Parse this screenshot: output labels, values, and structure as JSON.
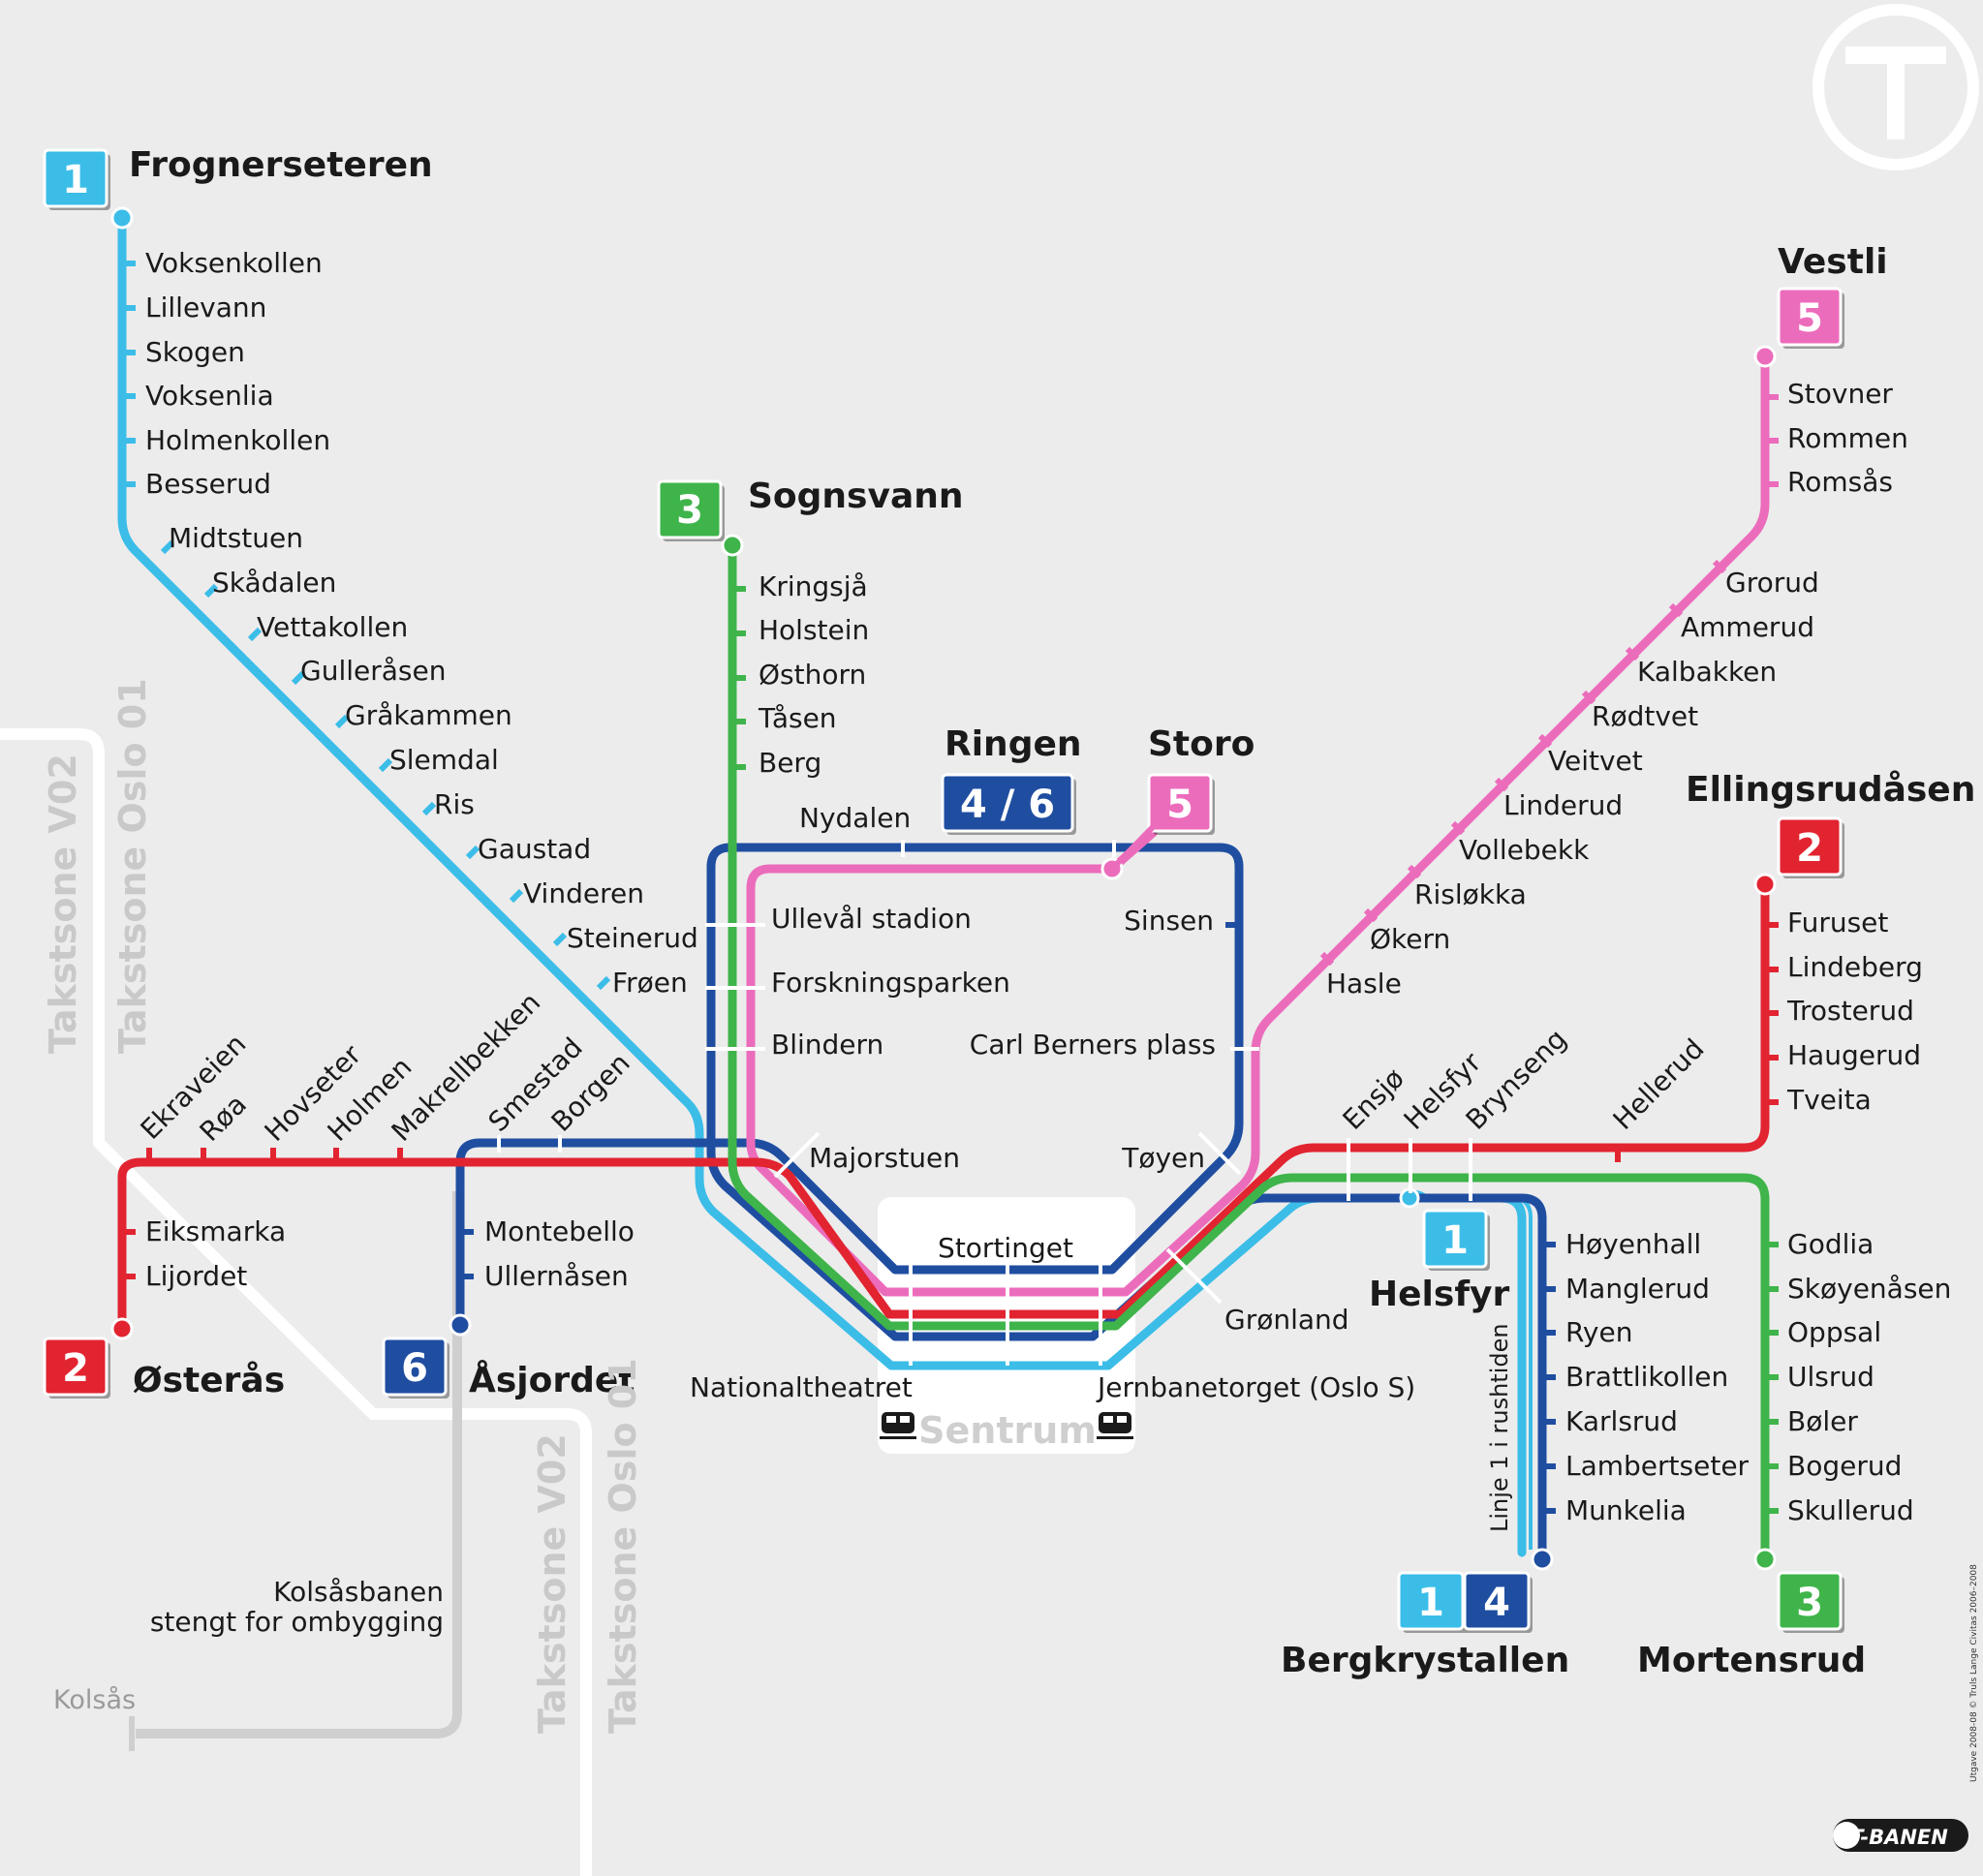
{
  "colors": {
    "line1": "#3bbde8",
    "line2": "#e22431",
    "line3": "#3fb44a",
    "line4": "#1f4ea1",
    "line5": "#ec6cbc",
    "zone": "#ffffff",
    "bg": "#ececec"
  },
  "logo_icon": "t-circle-icon",
  "lines": {
    "l1": "1",
    "l2": "2",
    "l3": "3",
    "l4": "4",
    "l5": "5",
    "l6": "6"
  },
  "termini": {
    "frognerseteren": "Frognerseteren",
    "sognsvann": "Sognsvann",
    "vestli": "Vestli",
    "ellingsrudasen": "Ellingsrudåsen",
    "osteras": "Østerås",
    "asjordet": "Åsjordet",
    "bergkrystallen": "Bergkrystallen",
    "mortensrud": "Mortensrud",
    "helsfyr": "Helsfyr",
    "ringen": "Ringen",
    "storo": "Storo",
    "ringen_badge": "4 / 6"
  },
  "line1_stations": [
    "Voksenkollen",
    "Lillevann",
    "Skogen",
    "Voksenlia",
    "Holmenkollen",
    "Besserud",
    "Midtstuen",
    "Skådalen",
    "Vettakollen",
    "Gulleråsen",
    "Gråkammen",
    "Slemdal",
    "Ris",
    "Gaustad",
    "Vinderen",
    "Steinerud",
    "Frøen"
  ],
  "line3_north_stations": [
    "Kringsjå",
    "Holstein",
    "Østhorn",
    "Tåsen",
    "Berg"
  ],
  "line5_east_stations": [
    "Stovner",
    "Rommen",
    "Romsås",
    "Grorud",
    "Ammerud",
    "Kalbakken",
    "Rødtvet",
    "Veitvet",
    "Linderud",
    "Vollebekk",
    "Risløkka",
    "Økern",
    "Hasle"
  ],
  "line2_east_stations": [
    "Furuset",
    "Lindeberg",
    "Trosterud",
    "Haugerud",
    "Tveita"
  ],
  "line3_south_stations": [
    "Godlia",
    "Skøyenåsen",
    "Oppsal",
    "Ulsrud",
    "Bøler",
    "Bogerud",
    "Skullerud"
  ],
  "line4_south_stations": [
    "Høyenhall",
    "Manglerud",
    "Ryen",
    "Brattlikollen",
    "Karlsrud",
    "Lambertseter",
    "Munkelia"
  ],
  "line2_west_stations": [
    "Eiksmarka",
    "Lijordet"
  ],
  "line6_west_stations": [
    "Montebello",
    "Ullernåsen"
  ],
  "west_diag_stations": [
    "Ekraveien",
    "Røa",
    "Hovseter",
    "Holmen",
    "Makrellbekken",
    "Smestad",
    "Borgen"
  ],
  "east_diag_stations": [
    "Ensjø",
    "Helsfyr",
    "Brynseng",
    "Hellerud"
  ],
  "ring_stations": {
    "nydalen": "Nydalen",
    "ulleval": "Ullevål stadion",
    "forskning": "Forskningsparken",
    "blindern": "Blindern",
    "sinsen": "Sinsen",
    "carl": "Carl Berners plass",
    "majorstuen": "Majorstuen",
    "toyen": "Tøyen"
  },
  "central_stations": {
    "stortinget": "Stortinget",
    "nationaltheatret": "Nationaltheatret",
    "jernbanetorget": "Jernbanetorget (Oslo S)",
    "gronland": "Grønland",
    "sentrum": "Sentrum"
  },
  "zones": {
    "v02": "Takstsone V02",
    "oslo01": "Takstsone Oslo 01"
  },
  "notes": {
    "kolsas_1": "Kolsåsbanen",
    "kolsas_2": "stengt for ombygging",
    "kolsas": "Kolsås",
    "rush": "Linje 1 i rushtiden",
    "copyright": "Utgave 2008-08 © Truls Lange Civitas 2006–2008",
    "brand": "T-BANEN"
  }
}
